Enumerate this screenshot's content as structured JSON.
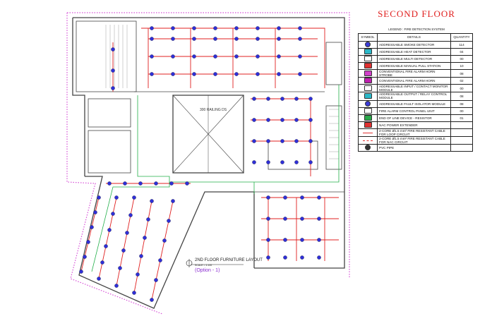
{
  "title": "SECOND FLOOR",
  "legend": {
    "caption": "LEGEND : FIRE DETECTION SYSTEM",
    "headers": {
      "symbol": "SYMBOL",
      "details": "DETAILS",
      "quantity": "QUANTITY"
    },
    "rows": [
      {
        "details": "ADDRESSABLE SMOKE DETECTOR",
        "quantity": "114",
        "icon": "smoke-detector-icon",
        "color": "#3b3bd9"
      },
      {
        "details": "ADDRESSABLE HEAT DETECTOR",
        "quantity": "04",
        "icon": "heat-detector-icon",
        "color": "#2bb8c8"
      },
      {
        "details": "ADDRESSABLE MULTI DETECTOR",
        "quantity": "00",
        "icon": "multi-detector-icon",
        "color": "#ffffff"
      },
      {
        "details": "ADDRESSABLE MANUAL PULL STATION",
        "quantity": "10",
        "icon": "manual-pull-station-icon",
        "color": "#e03030"
      },
      {
        "details": "CONVENTIONAL FIRE ALARM HORN STROBE",
        "quantity": "08",
        "icon": "horn-strobe-icon",
        "color": "#d040c8"
      },
      {
        "details": "CONVENTIONAL FIRE ALARM HORN",
        "quantity": "02",
        "icon": "alarm-horn-icon",
        "color": "#c020b0"
      },
      {
        "details": "ADDRESSABLE INPUT / CONTACT MONITOR MODULE",
        "quantity": "00",
        "icon": "input-module-icon",
        "color": "#ffffff"
      },
      {
        "details": "ADDRESSABLE OUTPUT / RELAY CONTROL MODULE",
        "quantity": "08",
        "icon": "output-module-icon",
        "color": "#2bb8c8"
      },
      {
        "details": "ADDRESSABLE FAULT ISOLATOR MODULE",
        "quantity": "08",
        "icon": "fault-isolator-icon",
        "color": "#3b3bd9"
      },
      {
        "details": "FIRE ALARM CONTROL PANEL UNIT",
        "quantity": "00",
        "icon": "control-panel-icon",
        "color": "#ffffff"
      },
      {
        "details": "END OF LINE DEVICE - RESISTOR",
        "quantity": "01",
        "icon": "end-of-line-icon",
        "color": "#2aa84a"
      },
      {
        "details": "NAC POWER EXTENDER",
        "quantity": "",
        "icon": "nac-extender-icon",
        "color": "#e03030"
      },
      {
        "details": "2-CORE Ø1.5 mm² FIRE RESISTANT CABLE FOR LOOP CIRCUIT",
        "quantity": "",
        "icon": "loop-cable-icon",
        "color": "#e03030"
      },
      {
        "details": "2-CORE Ø1.5 mm² FIRE RESISTANT CABLE FOR NAC CIRCUIT",
        "quantity": "",
        "icon": "nac-cable-icon",
        "color": "#e03030"
      },
      {
        "details": "PVC PIPE",
        "quantity": "",
        "icon": "pvc-pipe-icon",
        "color": "#333333"
      }
    ]
  },
  "plan": {
    "railing_label": "300 RAILING DS",
    "layout_title": "2ND FLOOR FURNITURE LAYOUT",
    "scale": "SCALE = 1:100",
    "option": "(Option - 1)",
    "colors": {
      "wall": "#444444",
      "loop_cable": "#e02020",
      "nac_cable": "#23b04a",
      "detector": "#2f2fd8",
      "border": "#d64fd6"
    }
  }
}
